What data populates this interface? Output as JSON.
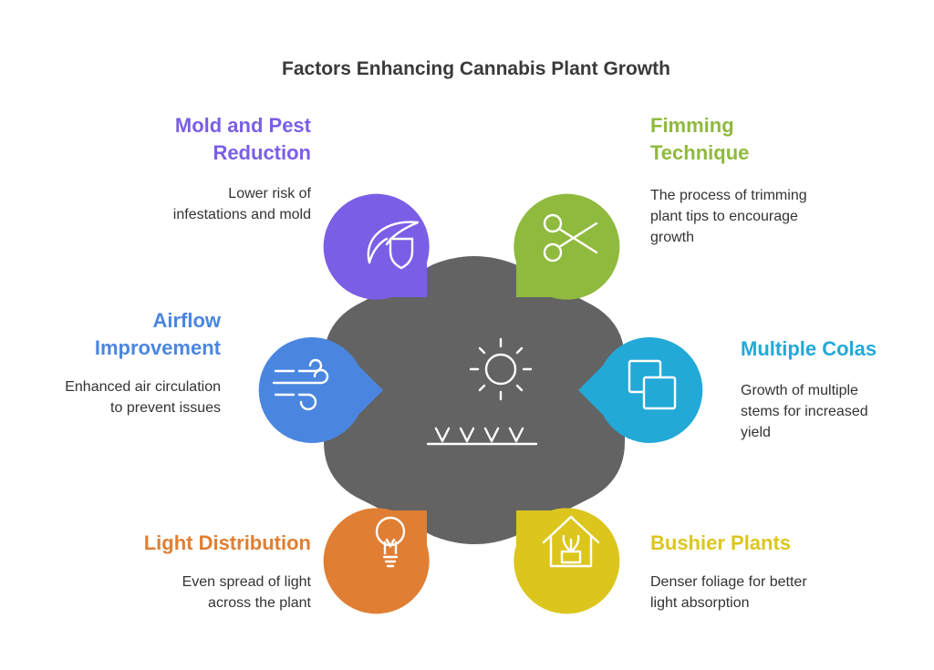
{
  "title": "Factors Enhancing Cannabis Plant Growth",
  "center": {
    "icons": [
      "sun-icon",
      "grass-icon"
    ],
    "color": "#636363"
  },
  "factors": [
    {
      "id": "mold",
      "heading": [
        "Mold and Pest",
        "Reduction"
      ],
      "description": [
        "Lower risk of",
        "infestations and mold"
      ],
      "color": "#7b5ee6",
      "icon": "leaf-shield-icon"
    },
    {
      "id": "fimming",
      "heading": [
        "Fimming",
        "Technique"
      ],
      "description": [
        "The process of trimming",
        "plant tips to encourage",
        "growth"
      ],
      "color": "#8fba3d",
      "icon": "scissors-icon"
    },
    {
      "id": "airflow",
      "heading": [
        "Airflow",
        "Improvement"
      ],
      "description": [
        "Enhanced air circulation",
        "to prevent issues"
      ],
      "color": "#4a86e0",
      "icon": "wind-icon"
    },
    {
      "id": "colas",
      "heading": [
        "Multiple Colas"
      ],
      "description": [
        "Growth of multiple",
        "stems for increased",
        "yield"
      ],
      "color": "#22a9d8",
      "icon": "copy-squares-icon"
    },
    {
      "id": "light",
      "heading": [
        "Light Distribution"
      ],
      "description": [
        "Even spread of light",
        "across the plant"
      ],
      "color": "#e07f33",
      "icon": "light-bulb-icon"
    },
    {
      "id": "bushier",
      "heading": [
        "Bushier Plants"
      ],
      "description": [
        "Denser foliage for better",
        "light absorption"
      ],
      "color": "#dcc61e",
      "icon": "plant-house-icon"
    }
  ]
}
